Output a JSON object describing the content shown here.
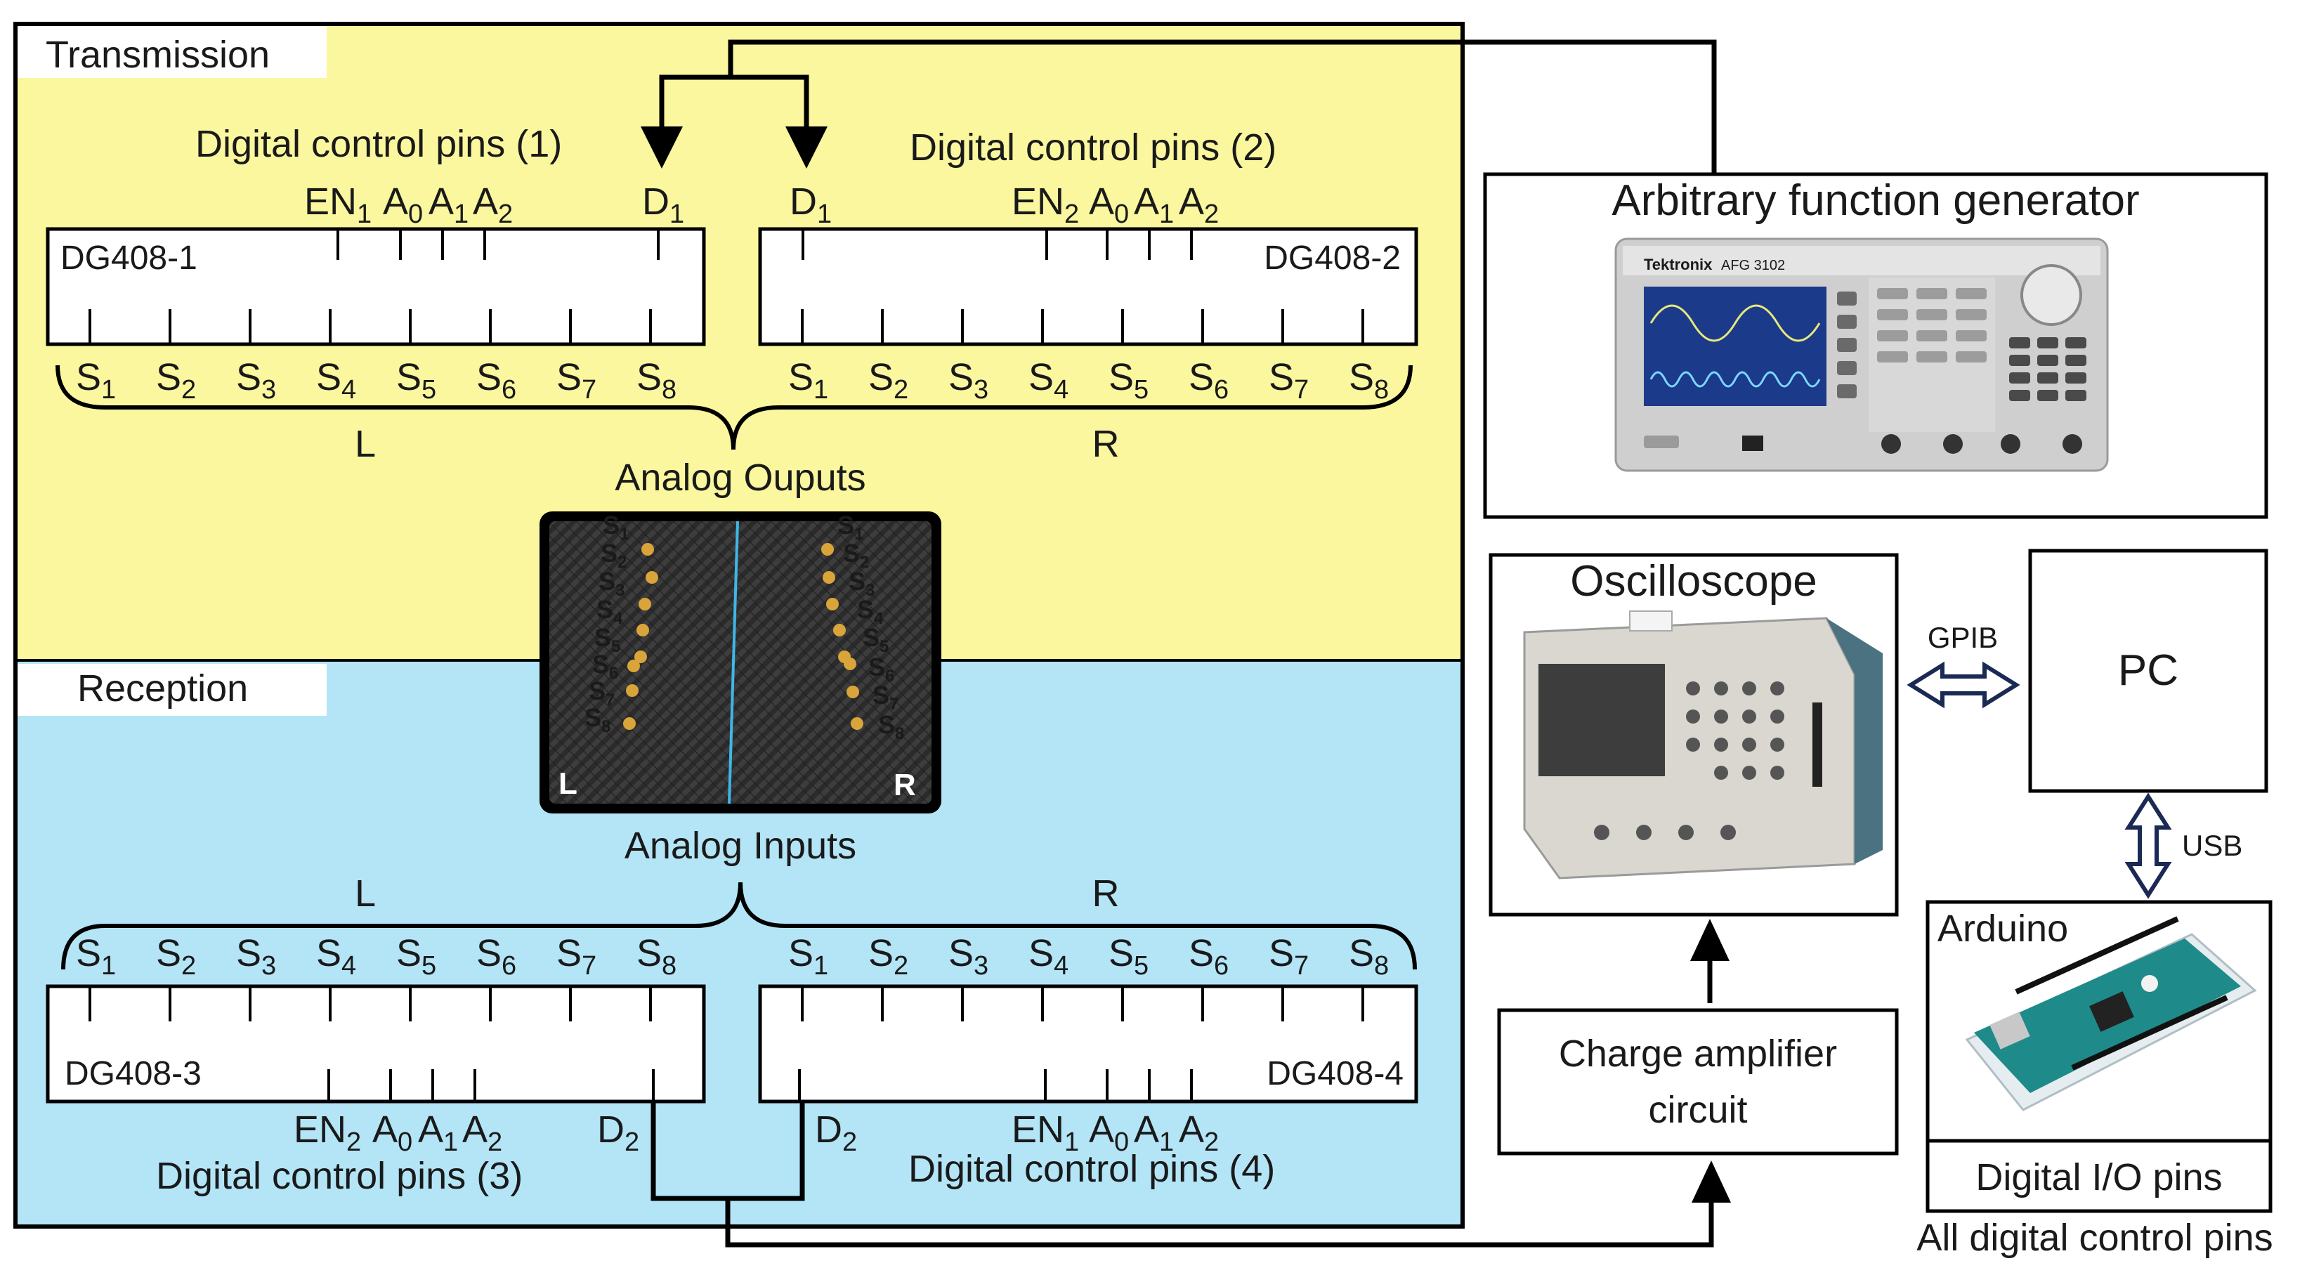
{
  "colors": {
    "transmission_bg": "#fbf79f",
    "reception_bg": "#b3e5f7",
    "stroke": "#000000",
    "conn_arrow": "#1a2a55"
  },
  "transmission": {
    "label": "Transmission",
    "control_left": "Digital control pins (1)",
    "control_right": "Digital control pins (2)",
    "chip_left": "DG408-1",
    "chip_right": "DG408-2",
    "pins_left": [
      "EN1",
      "A0",
      "A1",
      "A2",
      "D1"
    ],
    "pins_right": [
      "D1",
      "EN2",
      "A0",
      "A1",
      "A2"
    ],
    "group_left": "L",
    "group_right": "R",
    "outputs_label": "Analog Ouputs"
  },
  "reception": {
    "label": "Reception",
    "inputs_label": "Analog Inputs",
    "group_left": "L",
    "group_right": "R",
    "chip_left": "DG408-3",
    "chip_right": "DG408-4",
    "pins_left": [
      "EN2",
      "A0",
      "A1",
      "A2",
      "D2"
    ],
    "pins_right": [
      "D2",
      "EN1",
      "A0",
      "A1",
      "A2"
    ],
    "control_left": "Digital control pins (3)",
    "control_right": "Digital control pins (4)"
  },
  "sensor_labels": [
    "S1",
    "S2",
    "S3",
    "S4",
    "S5",
    "S6",
    "S7",
    "S8"
  ],
  "photo": {
    "left_mark": "L",
    "right_mark": "R"
  },
  "devices": {
    "function_generator": "Arbitrary function generator",
    "oscilloscope": "Oscilloscope",
    "pc": "PC",
    "arduino": "Arduino",
    "arduino_io": "Digital I/O pins",
    "arduino_caption": "All digital control pins",
    "charge_amp_line1": "Charge amplifier",
    "charge_amp_line2": "circuit",
    "gpib": "GPIB",
    "usb": "USB",
    "afg_brand": "Tektronix",
    "afg_model": "AFG 3102"
  }
}
